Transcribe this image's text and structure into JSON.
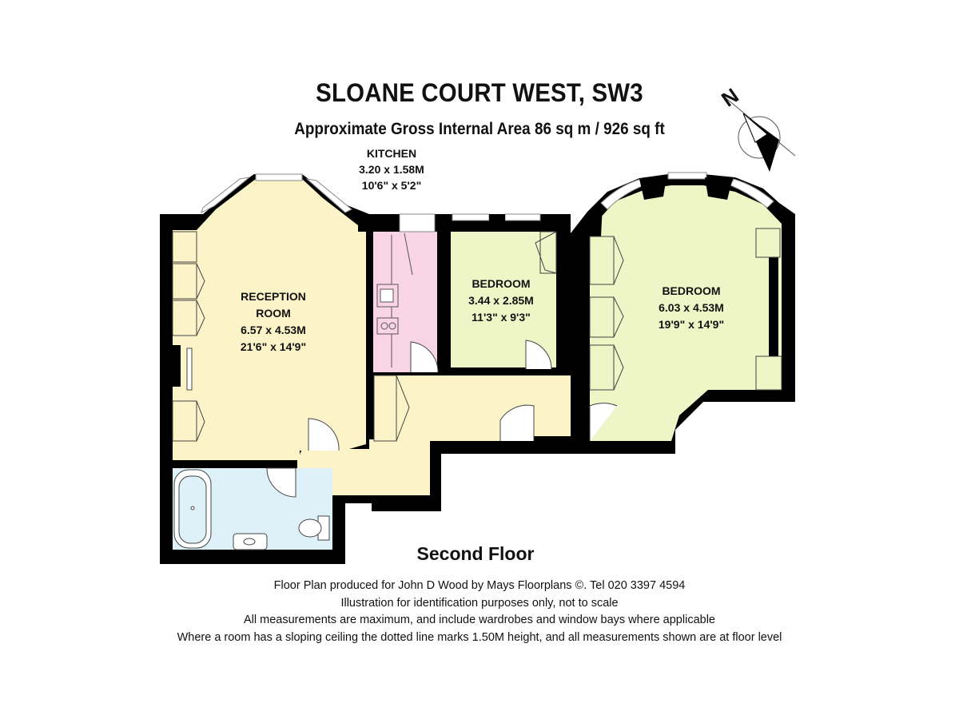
{
  "header": {
    "title": "SLOANE COURT WEST, SW3",
    "subtitle": "Approximate Gross Internal Area 86 sq m  /  926 sq ft"
  },
  "compass": {
    "north_letter": "N"
  },
  "rooms": {
    "kitchen": {
      "name": "KITCHEN",
      "metric": "3.20 x 1.58M",
      "imperial": "10'6\" x 5'2\""
    },
    "reception": {
      "name_line1": "RECEPTION",
      "name_line2": "ROOM",
      "metric": "6.57 x 4.53M",
      "imperial": "21'6\" x 14'9\""
    },
    "bedroom1": {
      "name": "BEDROOM",
      "metric": "3.44 x 2.85M",
      "imperial": "11'3\" x 9'3\""
    },
    "bedroom2": {
      "name": "BEDROOM",
      "metric": "6.03 x 4.53M",
      "imperial": "19'9\" x 14'9\""
    }
  },
  "colors": {
    "reception": "#fdf3c9",
    "kitchen": "#f9d4e4",
    "bedroom": "#eef5c6",
    "bathroom": "#def0f8",
    "wall": "#000000"
  },
  "floor_label": "Second Floor",
  "footer": [
    "Floor Plan produced for John D Wood by Mays Floorplans ©. Tel 020 3397 4594",
    "Illustration for identification purposes only, not to scale",
    "All measurements are maximum, and include wardrobes and window bays where applicable",
    "Where a room has a sloping ceiling the dotted line marks 1.50M height, and all measurements shown are at floor level"
  ]
}
